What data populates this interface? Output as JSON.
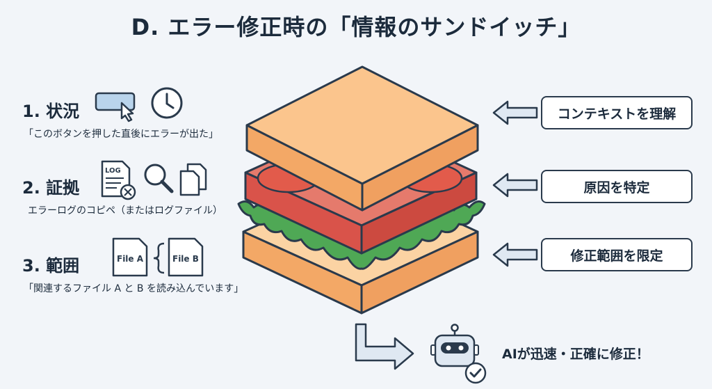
{
  "title": "D. エラー修正時の「情報のサンドイッチ」",
  "steps": [
    {
      "title": "1. 状況",
      "desc": "「このボタンを押した直後にエラーが出た」",
      "icons": [
        "button-click-icon",
        "clock-icon"
      ]
    },
    {
      "title": "2. 証拠",
      "desc": "エラーログのコピペ（またはログファイル）",
      "icons": [
        "log-file-icon",
        "magnifier-icon",
        "copy-files-icon"
      ],
      "log_label": "LOG"
    },
    {
      "title": "3. 範囲",
      "desc": "「関連するファイル A と B を読み込んでいます」",
      "icons": [
        "file-a-icon",
        "bracket-icon",
        "file-b-icon"
      ],
      "file_a": "File A",
      "file_b": "File B"
    }
  ],
  "callouts": [
    {
      "label": "コンテキストを理解"
    },
    {
      "label": "原因を特定"
    },
    {
      "label": "修正範囲を限定"
    }
  ],
  "result": {
    "text": "AIが迅速・正確に修正！"
  },
  "colors": {
    "bread_top": "#f9b97a",
    "bread_side": "#f0a060",
    "tomato": "#e25b4b",
    "ham": "#d9534a",
    "lettuce": "#4fa855",
    "outline": "#2a3a4c",
    "icon_blue": "#b9d4ec"
  }
}
